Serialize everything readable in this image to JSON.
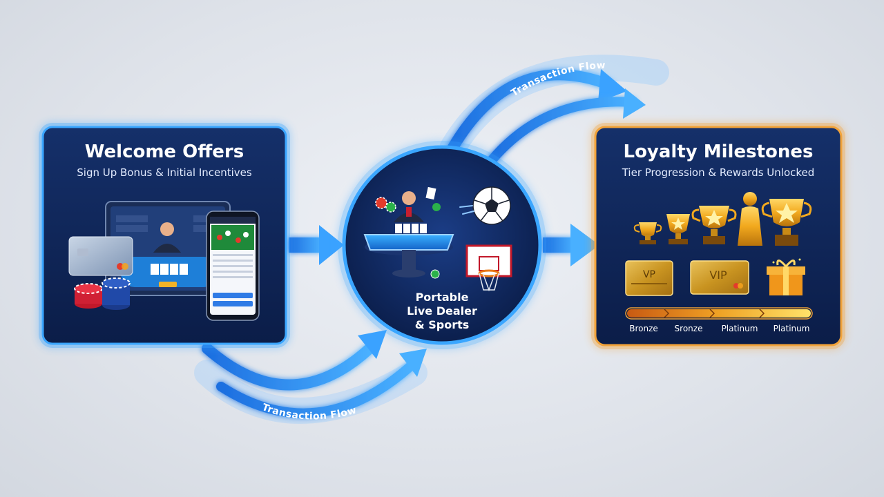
{
  "welcome": {
    "title": "Welcome Offers",
    "subtitle": "Sign Up Bonus & Initial Incentives"
  },
  "hub": {
    "caption_lines": [
      "Portable",
      "Live Dealer",
      "& Sports"
    ]
  },
  "loyalty": {
    "title": "Loyalty Milestones",
    "subtitle": "Tier Progression & Rewards Unlocked",
    "cards": [
      "VP",
      "VIP"
    ],
    "tier_progress": 1.0,
    "tiers": [
      "Bronze",
      "Sronze",
      "Platinum",
      "Platinum"
    ]
  },
  "flow_labels": {
    "top": "Transaction Flow",
    "bottom": "Transaction Flow"
  },
  "colors": {
    "flow_blue": "#2f8ff0",
    "welcome_border": "#3aa6ff",
    "loyalty_border": "#f2a33a",
    "panel_navy": "#0f2456",
    "gold": "#f4b323"
  }
}
